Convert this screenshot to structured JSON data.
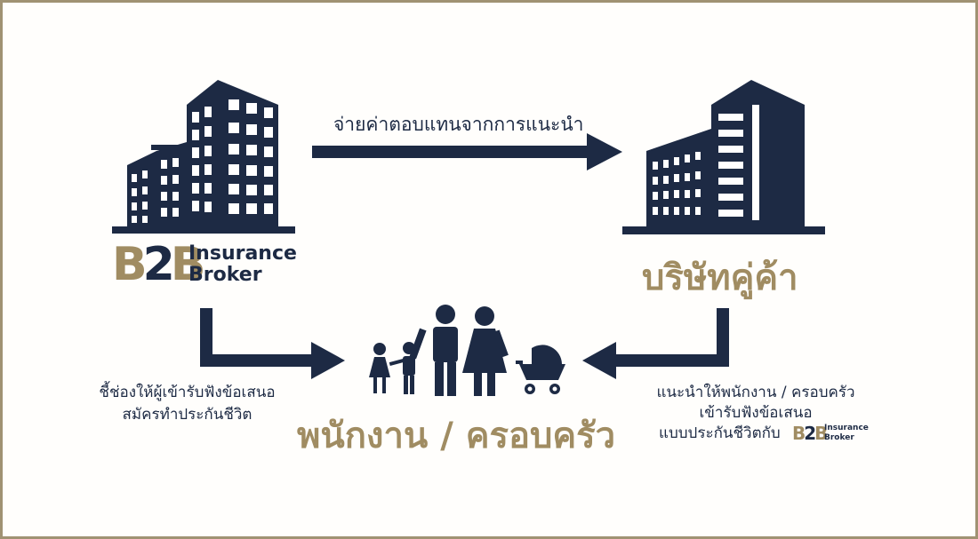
{
  "colors": {
    "navy": "#1d2a44",
    "gold": "#a08c62",
    "border": "#a09273",
    "background": "#fffefc"
  },
  "nodes": {
    "broker": {
      "icon": "office-building-icon",
      "logo": {
        "b1": "B",
        "two": "2",
        "b2": "B",
        "word1": "Insurance",
        "word2": "Broker"
      }
    },
    "partner": {
      "icon": "office-building-icon",
      "name": "บริษัทคู่ค้า"
    },
    "target": {
      "icon": "family-icon",
      "name": "พนักงาน / ครอบครัว"
    }
  },
  "edges": {
    "broker_to_partner": {
      "label": "จ่ายค่าตอบแทนจากการแนะนำ"
    },
    "broker_to_target": {
      "lines": [
        "ชี้ช่องให้ผู้เข้ารับฟังข้อเสนอ",
        "สมัครทำประกันชีวิต"
      ]
    },
    "partner_to_target": {
      "lines": [
        "แนะนำให้พนักงาน / ครอบครัว",
        "เข้ารับฟังข้อเสนอ",
        "แบบประกันชีวิตกับ"
      ],
      "logo": {
        "b1": "B",
        "two": "2",
        "b2": "B",
        "word1": "Insurance",
        "word2": "Broker"
      }
    }
  }
}
